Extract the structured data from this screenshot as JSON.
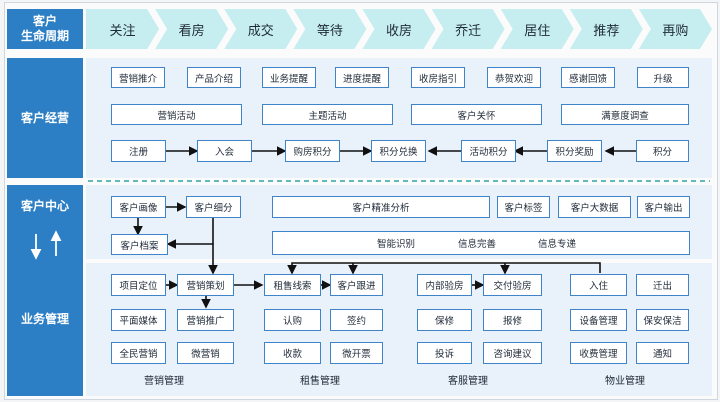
{
  "lifecycle": {
    "label": "客户\n生命周期",
    "stages": [
      "关注",
      "看房",
      "成交",
      "等待",
      "收房",
      "乔迁",
      "居住",
      "推荐",
      "再购"
    ]
  },
  "sections": {
    "operation": "客户经营",
    "center": "客户中心",
    "business": "业务管理"
  },
  "operation": {
    "row1": [
      "营销推介",
      "产品介绍",
      "业务提醒",
      "进度提醒",
      "收房指引",
      "恭贺欢迎",
      "感谢回馈",
      "升级"
    ],
    "row2": [
      "营销活动",
      "主题活动",
      "客户关怀",
      "满意度调查"
    ],
    "row3": [
      "注册",
      "入会",
      "购房积分",
      "积分兑换",
      "活动积分",
      "积分奖励",
      "积分"
    ]
  },
  "center": {
    "portrait": "客户画像",
    "segment": "客户细分",
    "archive": "客户档案",
    "precision": "客户精准分析",
    "tag": "客户标签",
    "bigdata": "客户大数据",
    "output": "客户输出",
    "smart": [
      "智能识别",
      "信息完善",
      "信息专递"
    ]
  },
  "business": {
    "marketing": {
      "title": "营销管理",
      "items": [
        "项目定位",
        "营销策划",
        "平面媒体",
        "营销推广",
        "全民营销",
        "微营销"
      ]
    },
    "sales": {
      "title": "租售管理",
      "items": [
        "租售线索",
        "客户跟进",
        "认购",
        "签约",
        "收款",
        "微开票"
      ]
    },
    "service": {
      "title": "客服管理",
      "items": [
        "内部验房",
        "交付验房",
        "保修",
        "报修",
        "投诉",
        "咨询建议"
      ]
    },
    "property": {
      "title": "物业管理",
      "items": [
        "入住",
        "迁出",
        "设备管理",
        "保安保洁",
        "收费管理",
        "通知"
      ]
    }
  }
}
